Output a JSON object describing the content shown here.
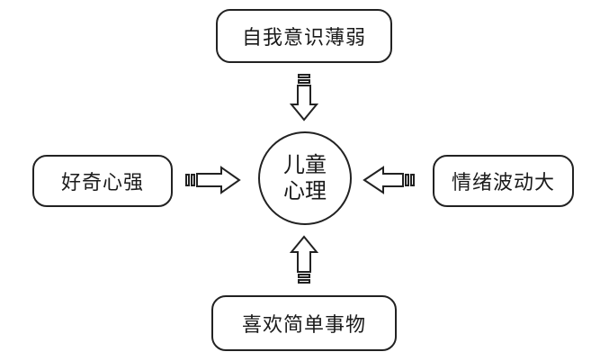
{
  "center": {
    "line1": "儿童",
    "line2": "心理"
  },
  "nodes": {
    "top": "自我意识薄弱",
    "left": "好奇心强",
    "right": "情绪波动大",
    "bottom": "喜欢简单事物"
  }
}
